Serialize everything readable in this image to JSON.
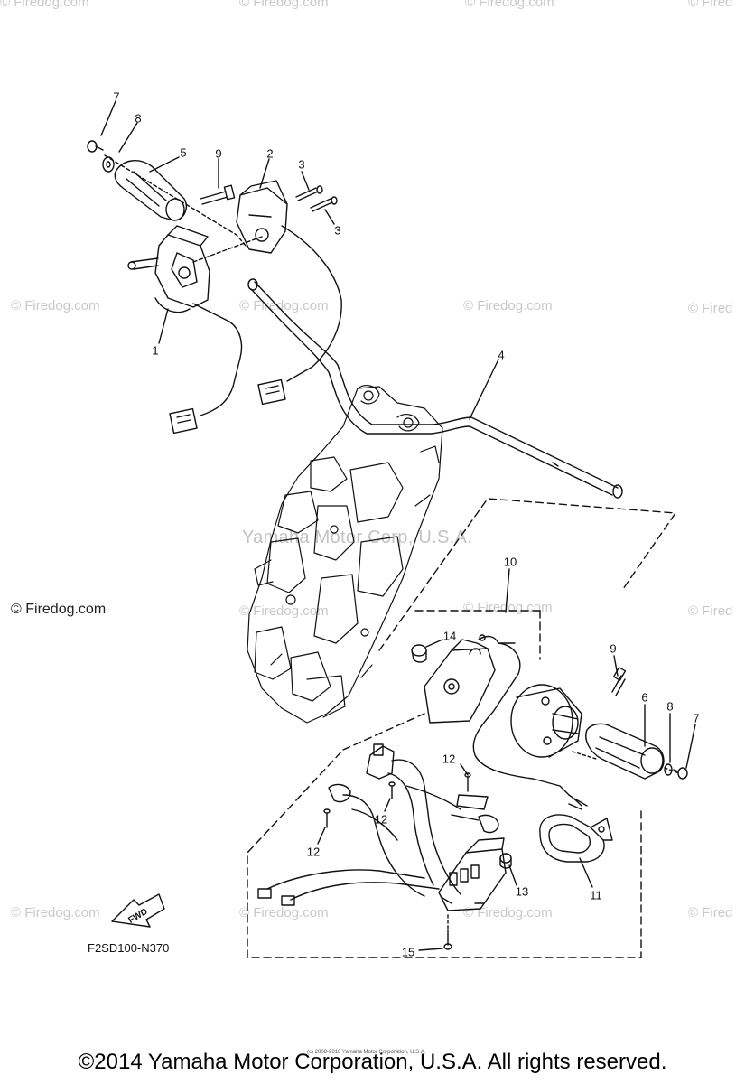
{
  "watermarks": {
    "text": "© Firedog.com",
    "short_text": "© Fired"
  },
  "center_watermark": "Yamaha Motor Corp, U.S.A.",
  "diagram_code": "F2SD100-N370",
  "fwd_label": "FWD",
  "copyright": "©2014 Yamaha Motor Corporation, U.S.A. All rights reserved.",
  "tiny_credit": "(c) 2008-2016 Yamaha Motor Corporation, U.S.A.",
  "callouts": [
    {
      "id": "7a",
      "label": "7"
    },
    {
      "id": "8a",
      "label": "8"
    },
    {
      "id": "5",
      "label": "5"
    },
    {
      "id": "9a",
      "label": "9"
    },
    {
      "id": "2",
      "label": "2"
    },
    {
      "id": "3a",
      "label": "3"
    },
    {
      "id": "3b",
      "label": "3"
    },
    {
      "id": "1",
      "label": "1"
    },
    {
      "id": "4",
      "label": "4"
    },
    {
      "id": "10",
      "label": "10"
    },
    {
      "id": "14",
      "label": "14"
    },
    {
      "id": "9b",
      "label": "9"
    },
    {
      "id": "6",
      "label": "6"
    },
    {
      "id": "8b",
      "label": "8"
    },
    {
      "id": "7b",
      "label": "7"
    },
    {
      "id": "12a",
      "label": "12"
    },
    {
      "id": "12b",
      "label": "12"
    },
    {
      "id": "12c",
      "label": "12"
    },
    {
      "id": "13",
      "label": "13"
    },
    {
      "id": "11",
      "label": "11"
    },
    {
      "id": "15",
      "label": "15"
    }
  ]
}
